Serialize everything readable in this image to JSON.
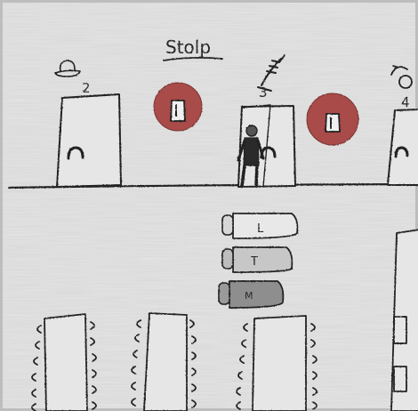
{
  "drawing": {
    "title": "Stolp",
    "rooms": [
      {
        "number": "2"
      },
      {
        "number": "3"
      },
      {
        "number": "4"
      }
    ],
    "trolleys": [
      {
        "label": "L"
      },
      {
        "label": "T"
      },
      {
        "label": "M"
      }
    ]
  }
}
